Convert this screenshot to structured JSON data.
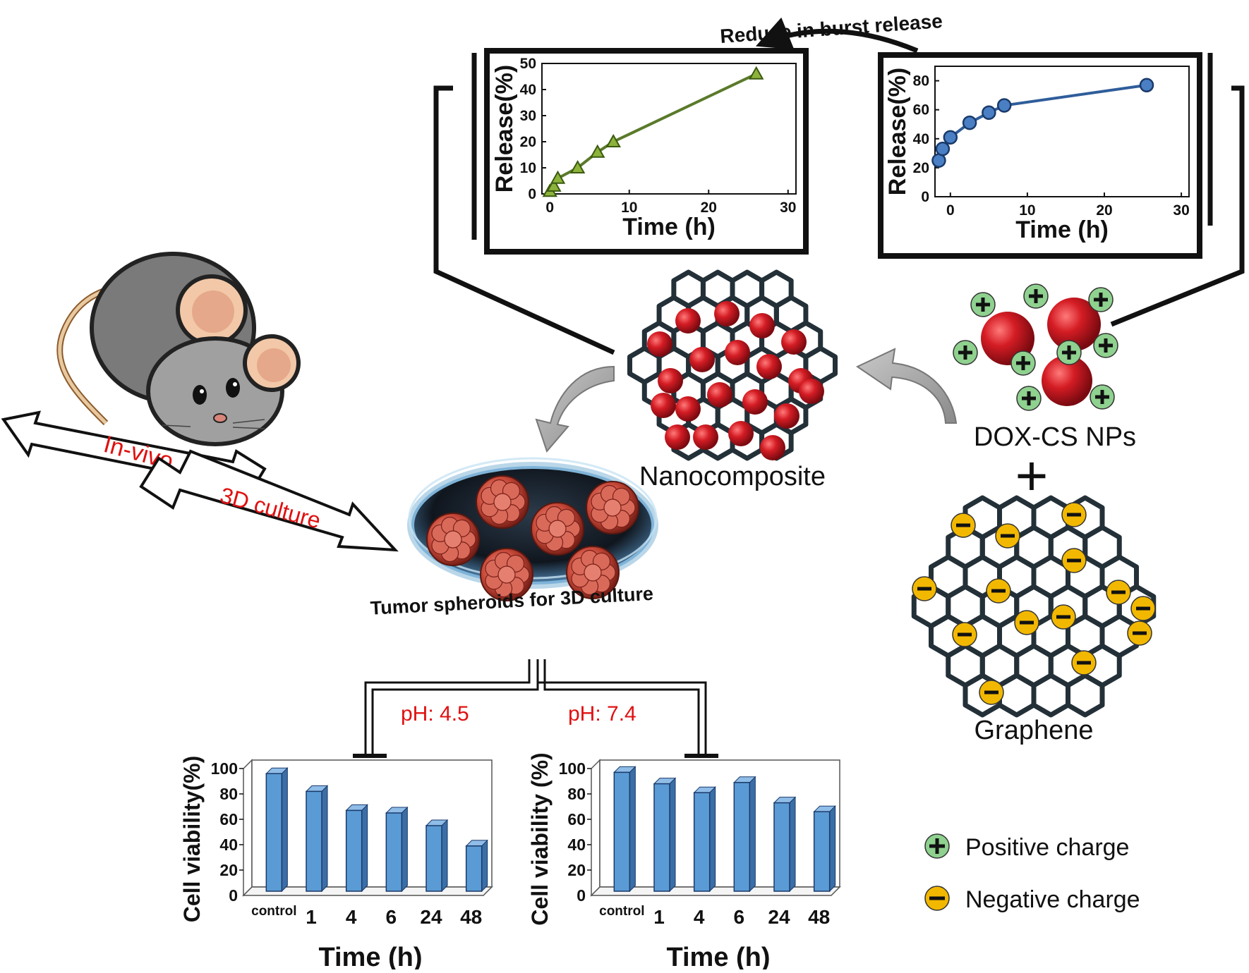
{
  "title_arrow": "Reduce in burst release",
  "colors": {
    "green_series": "#5a7a2a",
    "green_marker": "#8db33a",
    "blue_series": "#2f5d9a",
    "blue_marker": "#4a7fc4",
    "bar_fill": "#5b9bd5",
    "bar_side": "#3a6ea6",
    "red_label": "#e01010",
    "positive": "#8fd18f",
    "negative": "#f2b800",
    "sphere": "#d41c24",
    "lattice": "#233038"
  },
  "labels": {
    "nanocomposite": "Nanocomposite",
    "dox_cs": "DOX-CS NPs",
    "plus": "+",
    "graphene": "Graphene",
    "in_vivo": "In-vivo",
    "culture_3d": "3D culture",
    "spheroids": "Tumor spheroids for 3D culture",
    "ph_45": "pH: 4.5",
    "ph_74": "pH: 7.4"
  },
  "legend": {
    "positive": "Positive charge",
    "negative": "Negative charge",
    "positive_icon": "plus-icon",
    "negative_icon": "minus-icon"
  },
  "chart_data": [
    {
      "type": "line",
      "ylabel": "Release(%)",
      "xlabel": "Time (h)",
      "x": [
        0,
        0.5,
        1,
        3.5,
        6,
        8,
        26
      ],
      "y": [
        1,
        3,
        6,
        10,
        16,
        20,
        46
      ],
      "xlim": [
        -1,
        31
      ],
      "ylim": [
        0,
        50
      ],
      "xticks": [
        "0",
        "10",
        "20",
        "30"
      ],
      "yticks": [
        "0",
        "10",
        "20",
        "30",
        "40",
        "50"
      ],
      "marker": "triangle"
    },
    {
      "type": "line",
      "ylabel": "Release(%)",
      "xlabel": "Time (h)",
      "x": [
        -1.5,
        -1,
        0,
        2.5,
        5,
        7,
        25.5
      ],
      "y": [
        25,
        33,
        41,
        51,
        58,
        63,
        77
      ],
      "xlim": [
        -2,
        31
      ],
      "ylim": [
        0,
        90
      ],
      "xticks": [
        "0",
        "10",
        "20",
        "30"
      ],
      "yticks": [
        "0",
        "20",
        "40",
        "60",
        "80"
      ],
      "marker": "circle"
    },
    {
      "type": "bar",
      "ylabel": "Cell viability(%)",
      "xlabel": "Time (h)",
      "categories": [
        "control",
        "1",
        "4",
        "6",
        "24",
        "48"
      ],
      "values": [
        96,
        82,
        67,
        65,
        55,
        39
      ],
      "ylim": [
        0,
        100
      ],
      "yticks": [
        "0",
        "20",
        "40",
        "60",
        "80",
        "100"
      ]
    },
    {
      "type": "bar",
      "ylabel": "Cell viability (%)",
      "xlabel": "Time (h)",
      "categories": [
        "control",
        "1",
        "4",
        "6",
        "24",
        "48"
      ],
      "values": [
        97,
        88,
        81,
        89,
        73,
        66
      ],
      "ylim": [
        0,
        100
      ],
      "yticks": [
        "0",
        "20",
        "40",
        "60",
        "80",
        "100"
      ]
    }
  ]
}
